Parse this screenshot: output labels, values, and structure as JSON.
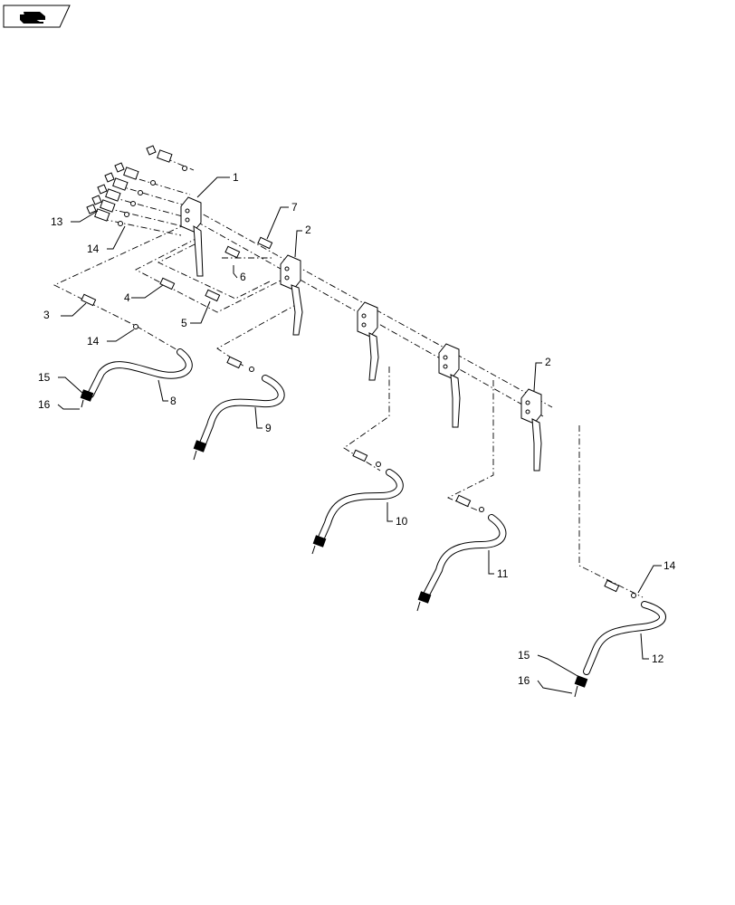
{
  "badge": {
    "icon": "manual-book-icon"
  },
  "callouts": {
    "c1": "1",
    "c2a": "2",
    "c2b": "2",
    "c3": "3",
    "c4": "4",
    "c5": "5",
    "c6": "6",
    "c7": "7",
    "c8": "8",
    "c9": "9",
    "c10": "10",
    "c11": "11",
    "c12": "12",
    "c13": "13",
    "c14a": "14",
    "c14b": "14",
    "c14c": "14",
    "c15a": "15",
    "c15b": "15",
    "c16a": "16",
    "c16b": "16"
  }
}
